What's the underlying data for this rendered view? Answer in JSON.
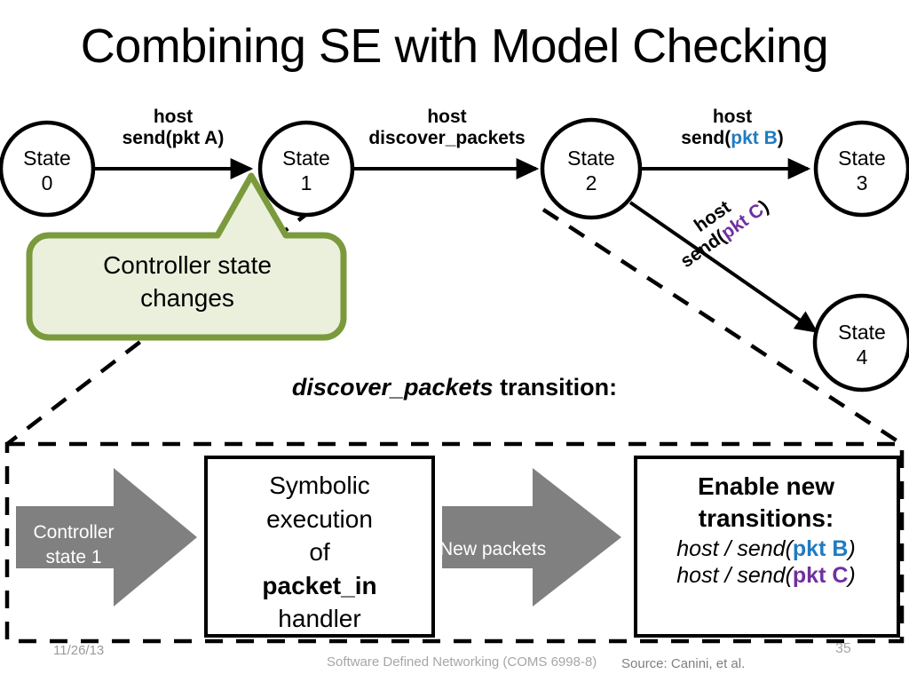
{
  "slide": {
    "title": "Combining SE with Model Checking",
    "section_caption": {
      "emphasis": "discover_packets",
      "rest": " transition:"
    }
  },
  "colors": {
    "pkt_b": "#1F7BC1",
    "pkt_c": "#7030A0",
    "callout_border": "#7A9A3C",
    "callout_fill": "#EBF0DD",
    "arrow_gray": "#808080",
    "line_black": "#000000"
  },
  "states": [
    {
      "id": "state-0",
      "line1": "State",
      "line2": "0"
    },
    {
      "id": "state-1",
      "line1": "State",
      "line2": "1"
    },
    {
      "id": "state-2",
      "line1": "State",
      "line2": "2"
    },
    {
      "id": "state-3",
      "line1": "State",
      "line2": "3"
    },
    {
      "id": "state-4",
      "line1": "State",
      "line2": "4"
    }
  ],
  "transitions": [
    {
      "id": "t0",
      "from": "State 0",
      "to": "State 1",
      "line1": "host",
      "line2_prefix": "send(pkt A)",
      "line2_colored": "",
      "line2_suffix": ""
    },
    {
      "id": "t1",
      "from": "State 1",
      "to": "State 2",
      "line1": "host",
      "line2_prefix": "discover_packets",
      "line2_colored": "",
      "line2_suffix": ""
    },
    {
      "id": "t2",
      "from": "State 2",
      "to": "State 3",
      "line1": "host",
      "line2_prefix": "send(",
      "line2_colored": "pkt B",
      "line2_suffix": ")"
    },
    {
      "id": "t3",
      "from": "State 2",
      "to": "State 4",
      "line1": "host",
      "line2_prefix": "send(",
      "line2_colored": "pkt C",
      "line2_suffix": ")"
    }
  ],
  "callout": {
    "line1": "Controller state",
    "line2": "changes"
  },
  "pipeline": {
    "arrow1": {
      "line1": "Controller",
      "line2": "state 1"
    },
    "box1": {
      "line1": "Symbolic",
      "line2": "execution",
      "line3_prefix": "of ",
      "line3_bold": "packet_in",
      "line4": "handler"
    },
    "arrow2": {
      "line1": "New packets",
      "line2": ""
    },
    "box2": {
      "header_line1": "Enable new",
      "header_line2": "transitions:",
      "rows": [
        {
          "prefix": "host / send(",
          "colored": "pkt B",
          "suffix": ")",
          "color_key": "pkt_b"
        },
        {
          "prefix": "host / send(",
          "colored": "pkt C",
          "suffix": ")",
          "color_key": "pkt_c"
        }
      ]
    }
  },
  "footer": {
    "date": "11/26/13",
    "center": "Software Defined Networking (COMS 6998-8)",
    "source": "Source: Canini, et al.",
    "page": "35"
  }
}
